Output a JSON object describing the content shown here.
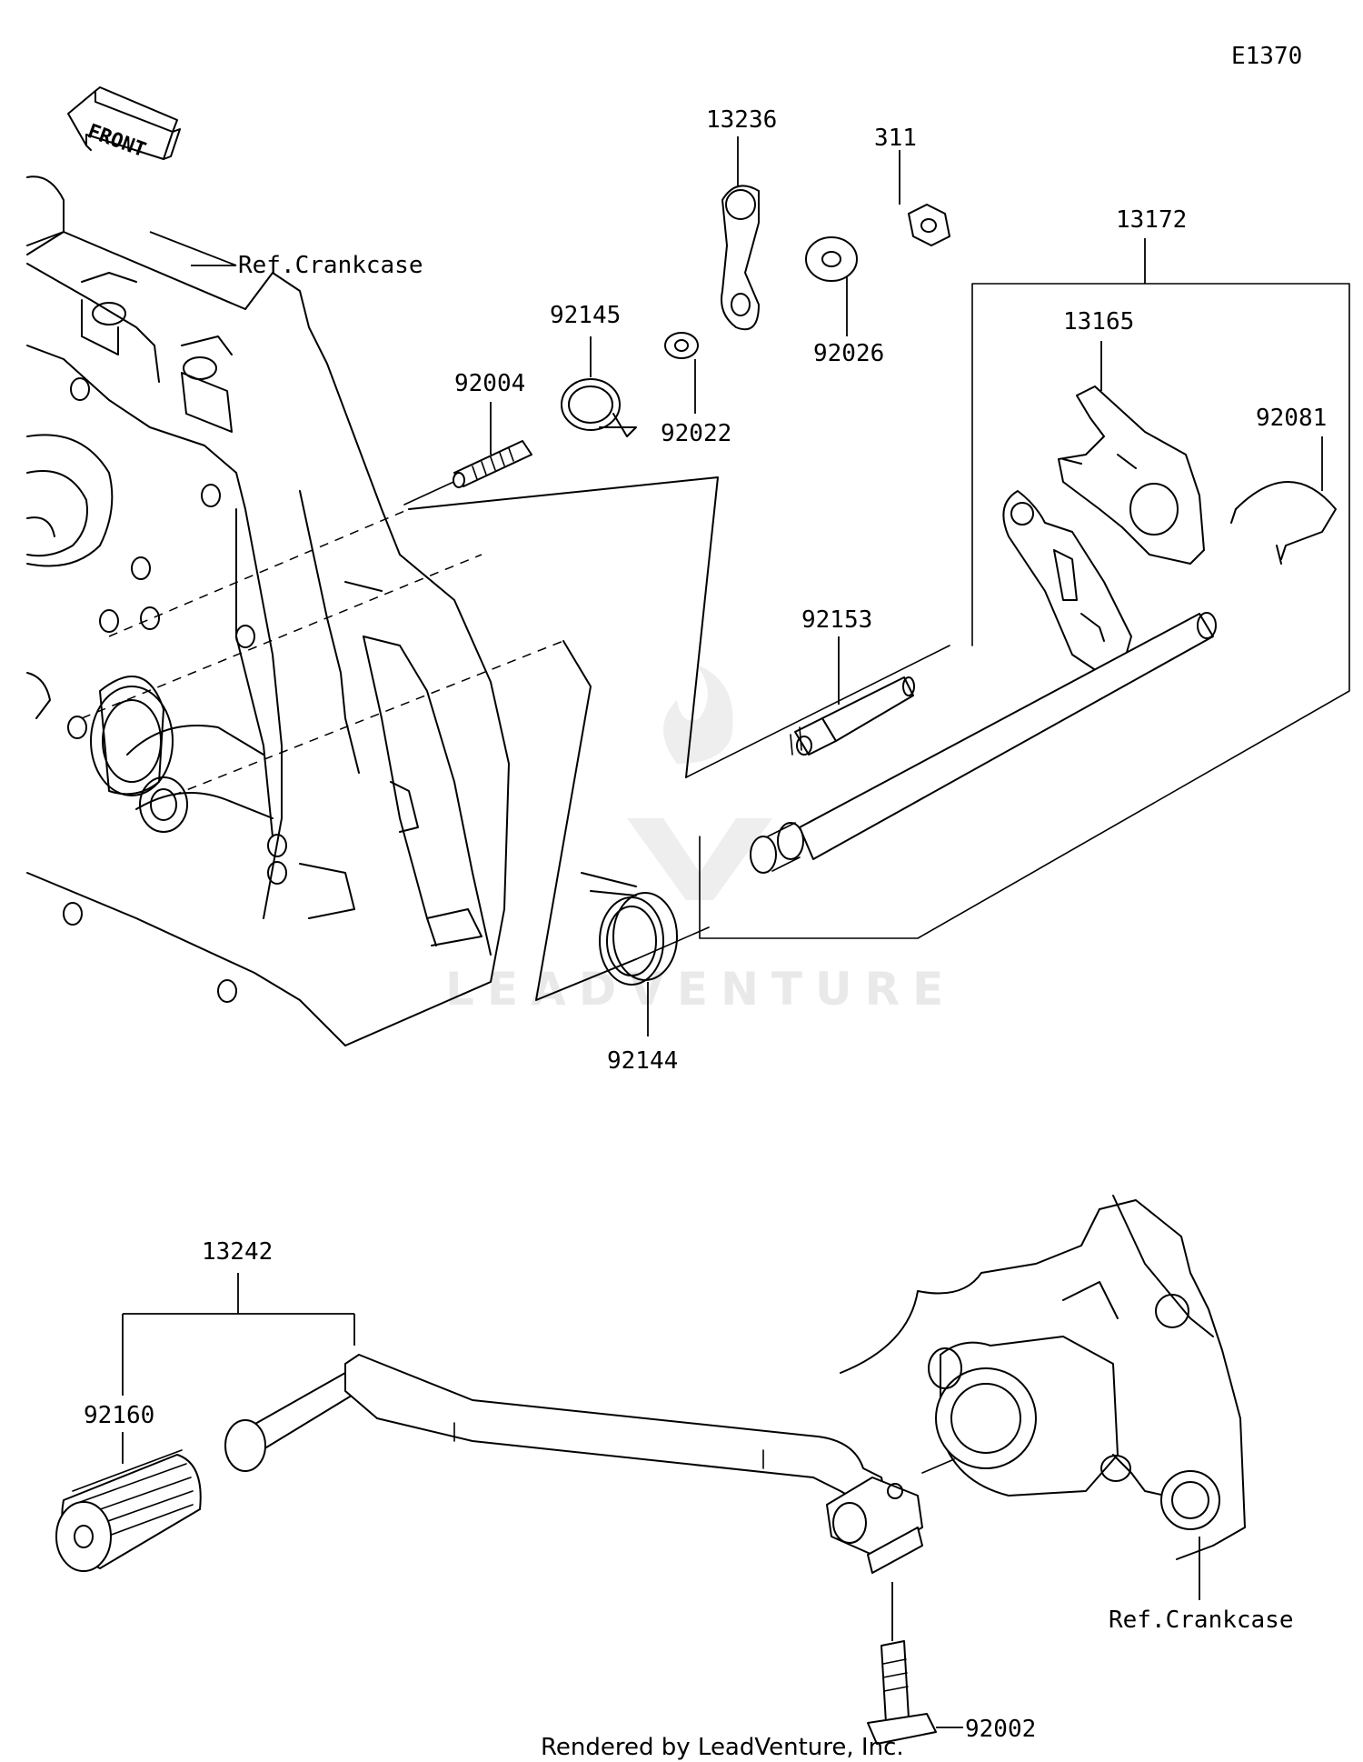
{
  "diagram_id": "E1370",
  "front_marker": "FRONT",
  "watermark": "LEADVENTURE",
  "footer": "Rendered by LeadVenture, Inc.",
  "parts": {
    "p13236": "13236",
    "p311": "311",
    "p13172": "13172",
    "ref_crankcase_top": "Ref.Crankcase",
    "p92145": "92145",
    "p92004": "92004",
    "p92022": "92022",
    "p92026": "92026",
    "p13165": "13165",
    "p92081": "92081",
    "p92153": "92153",
    "p92144": "92144",
    "p13242": "13242",
    "p92160": "92160",
    "ref_crankcase_bottom": "Ref.Crankcase",
    "p92002": "92002"
  }
}
